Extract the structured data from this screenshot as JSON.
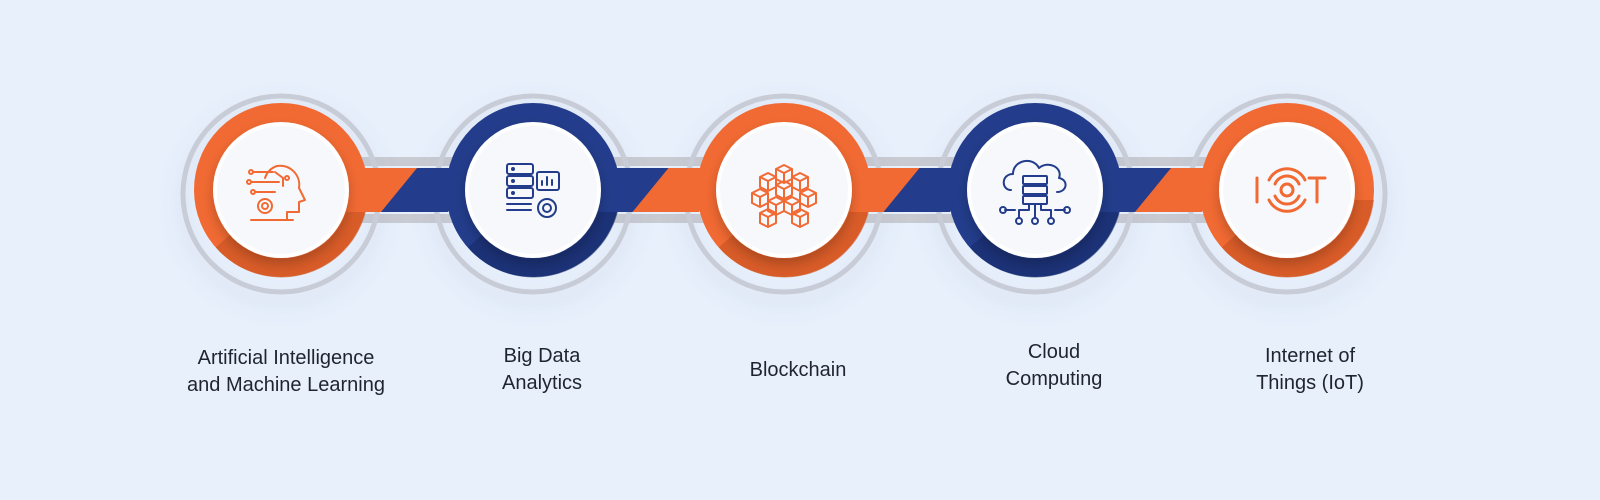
{
  "colors": {
    "orange": "#f26a33",
    "orange_dark": "#c4501f",
    "navy": "#233d8c",
    "navy_dark": "#172a66",
    "outer_ring": "#c8ccd6",
    "connector_gray": "#c9cbd2",
    "background": "#e8f0fc"
  },
  "steps": [
    {
      "lines": [
        "Artificial Intelligence",
        "and Machine Learning"
      ],
      "color": "orange",
      "icon": "ai-head-icon"
    },
    {
      "lines": [
        "Big Data",
        "Analytics"
      ],
      "color": "navy",
      "icon": "database-analytics-icon"
    },
    {
      "lines": [
        "Blockchain"
      ],
      "color": "orange",
      "icon": "blockchain-cubes-icon"
    },
    {
      "lines": [
        "Cloud",
        "Computing"
      ],
      "color": "navy",
      "icon": "cloud-server-icon"
    },
    {
      "lines": [
        "Internet of",
        "Things (IoT)"
      ],
      "color": "orange",
      "icon": "iot-icon"
    }
  ]
}
